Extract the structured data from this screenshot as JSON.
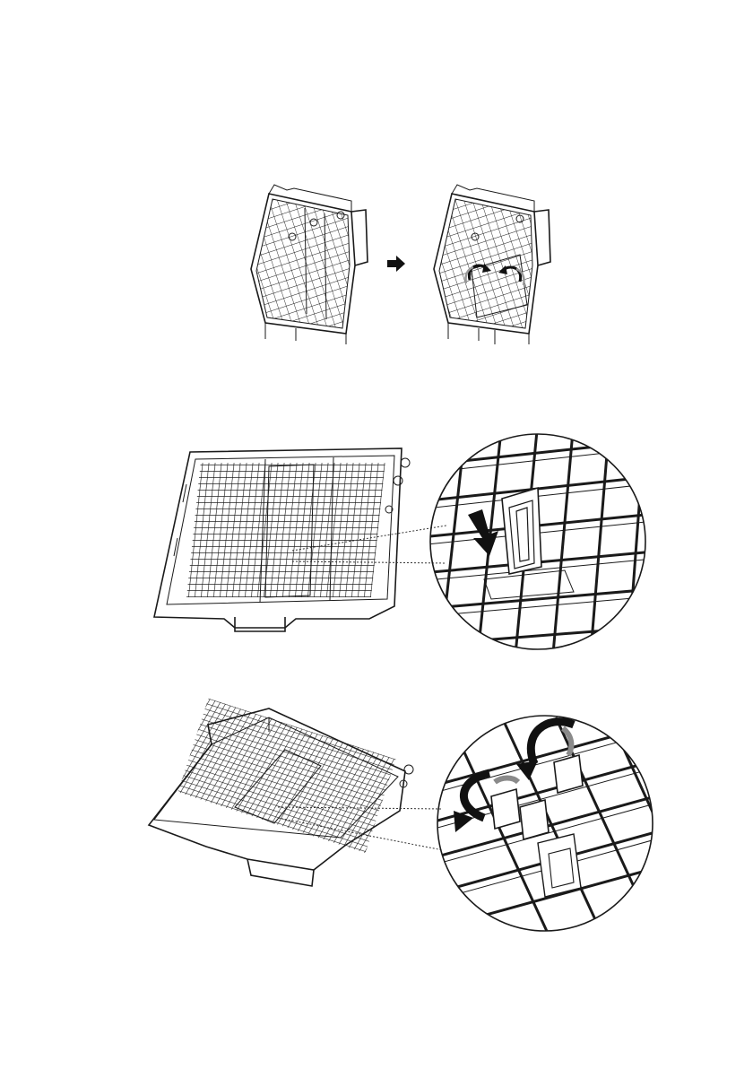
{
  "illustrations": [
    {
      "name": "cutlery-basket-folded",
      "icon": "wire-basket"
    },
    {
      "name": "step-arrow",
      "icon": "arrow-right-icon"
    },
    {
      "name": "cutlery-basket-opened",
      "icon": "wire-basket"
    },
    {
      "name": "cutlery-tray-top-view",
      "icon": "tray"
    },
    {
      "name": "detail-press-clip",
      "icon": "magnifier-circle"
    },
    {
      "name": "cutlery-tray-angled-view",
      "icon": "tray"
    },
    {
      "name": "detail-flip-supports",
      "icon": "magnifier-circle"
    }
  ],
  "colors": {
    "line": "#1a1a1a",
    "arrow_fill": "#111111",
    "grey_arrow": "#8a8a8a",
    "background": "#ffffff"
  }
}
